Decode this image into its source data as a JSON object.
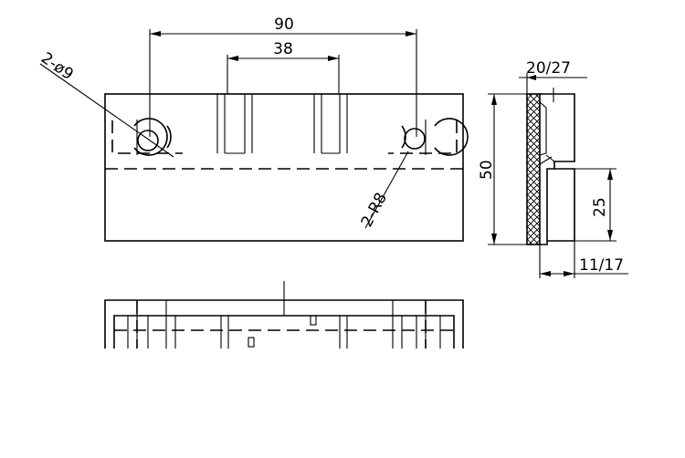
{
  "drawing": {
    "dimensions": {
      "hole_spacing": "90",
      "slot_spacing": "38",
      "holes": "2-ø9",
      "radius": "2-R8",
      "thickness": "20/27",
      "height": "50",
      "lower_height": "25",
      "offset": "11/17"
    }
  }
}
